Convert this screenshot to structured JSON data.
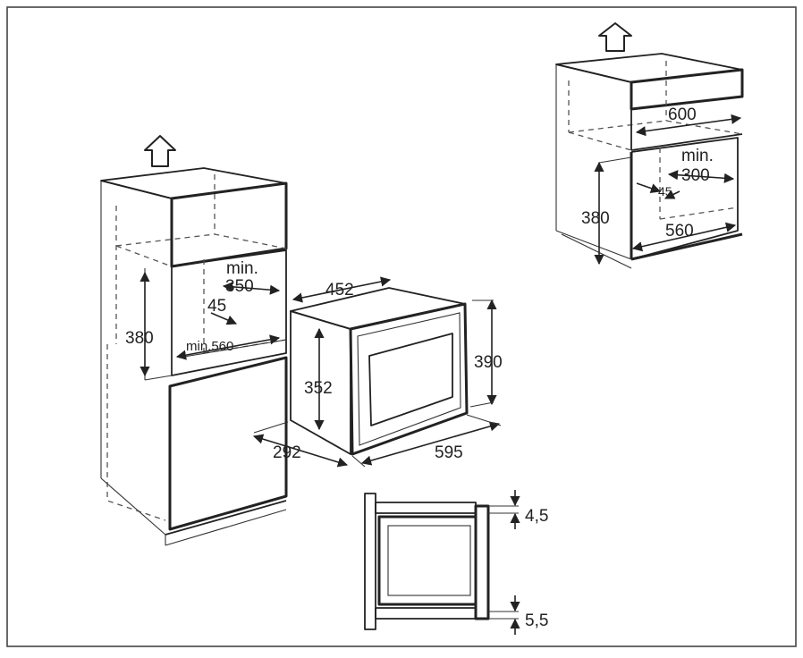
{
  "labels": {
    "left_min": "min.",
    "left_350": "350",
    "left_45": "45",
    "left_380": "380",
    "left_min560": "min.560",
    "oven_452": "452",
    "oven_390": "390",
    "oven_352": "352",
    "oven_292": "292",
    "oven_595": "595",
    "right_600": "600",
    "right_min": "min.",
    "right_300": "300",
    "right_45": "45",
    "right_380": "380",
    "right_560": "560",
    "side_45": "4,5",
    "side_55": "5,5"
  },
  "icons": [
    "vent-arrow-up-icon",
    "vent-arrow-up-icon"
  ],
  "colors": {
    "line": "#222222",
    "background": "#ffffff",
    "frame": "#444444"
  }
}
